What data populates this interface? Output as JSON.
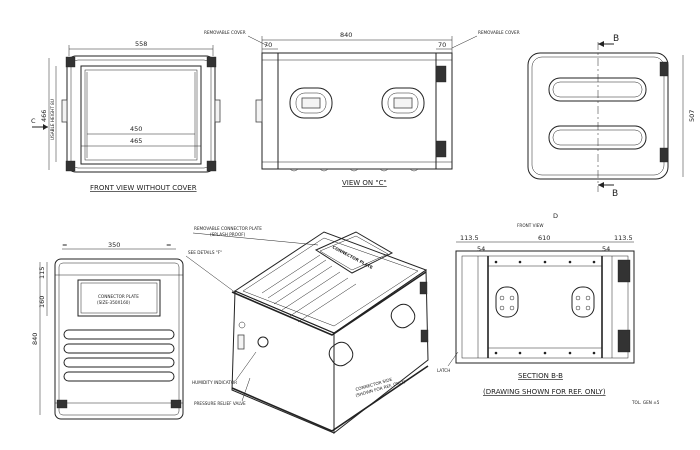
{
  "views": {
    "front_no_cover": {
      "title": "FRONT VIEW WITHOUT COVER",
      "dim_top": "558",
      "dim_height": "466",
      "dim_usable": "USABLE HEIGHT 8U",
      "dim_450": "450",
      "dim_465": "465",
      "section_mark": "C"
    },
    "view_c": {
      "title": "VIEW ON \"C\"",
      "dim_length": "840",
      "dim_left": "70",
      "dim_right": "70",
      "removable_left": "REMOVABLE COVER",
      "removable_right": "REMOVABLE COVER"
    },
    "end_view": {
      "dim_height": "507",
      "section_top": "B",
      "section_bottom": "B"
    },
    "top_view": {
      "dim_width": "350",
      "dim_115": "115",
      "dim_160": "160",
      "dim_840": "840",
      "eq_left": "=",
      "eq_right": "=",
      "plate_line1": "CONNECTOR PLATE",
      "plate_line2": "(SIZE-350X160)"
    },
    "isometric": {
      "removable_plate": "REMOVABLE CONNECTOR PLATE",
      "splash_proof": "(SPLASH PROOF)",
      "see_details": "SEE DETAILS \"F\"",
      "plate_text": "CONNECTOR PLATE",
      "humidity": "HUMIDITY INDICATOR",
      "pressure": "PRESSURE RELIEF VALVE",
      "cover_note_1": "CONNECTOR SIDE",
      "cover_note_2": "(SHOWN FOR REF. ONLY)"
    },
    "section": {
      "front_view_label": "FRONT VIEW",
      "view_letter": "D",
      "dim_1135_left": "113.5",
      "dim_54_left": "54",
      "dim_610": "610",
      "dim_54_right": "54",
      "dim_1135_right": "113.5",
      "latch": "LATCH",
      "title": "SECTION B-B",
      "subtitle": "(DRAWING SHOWN FOR REF. ONLY)"
    }
  },
  "tolerance": "TOL. GEN ±5"
}
